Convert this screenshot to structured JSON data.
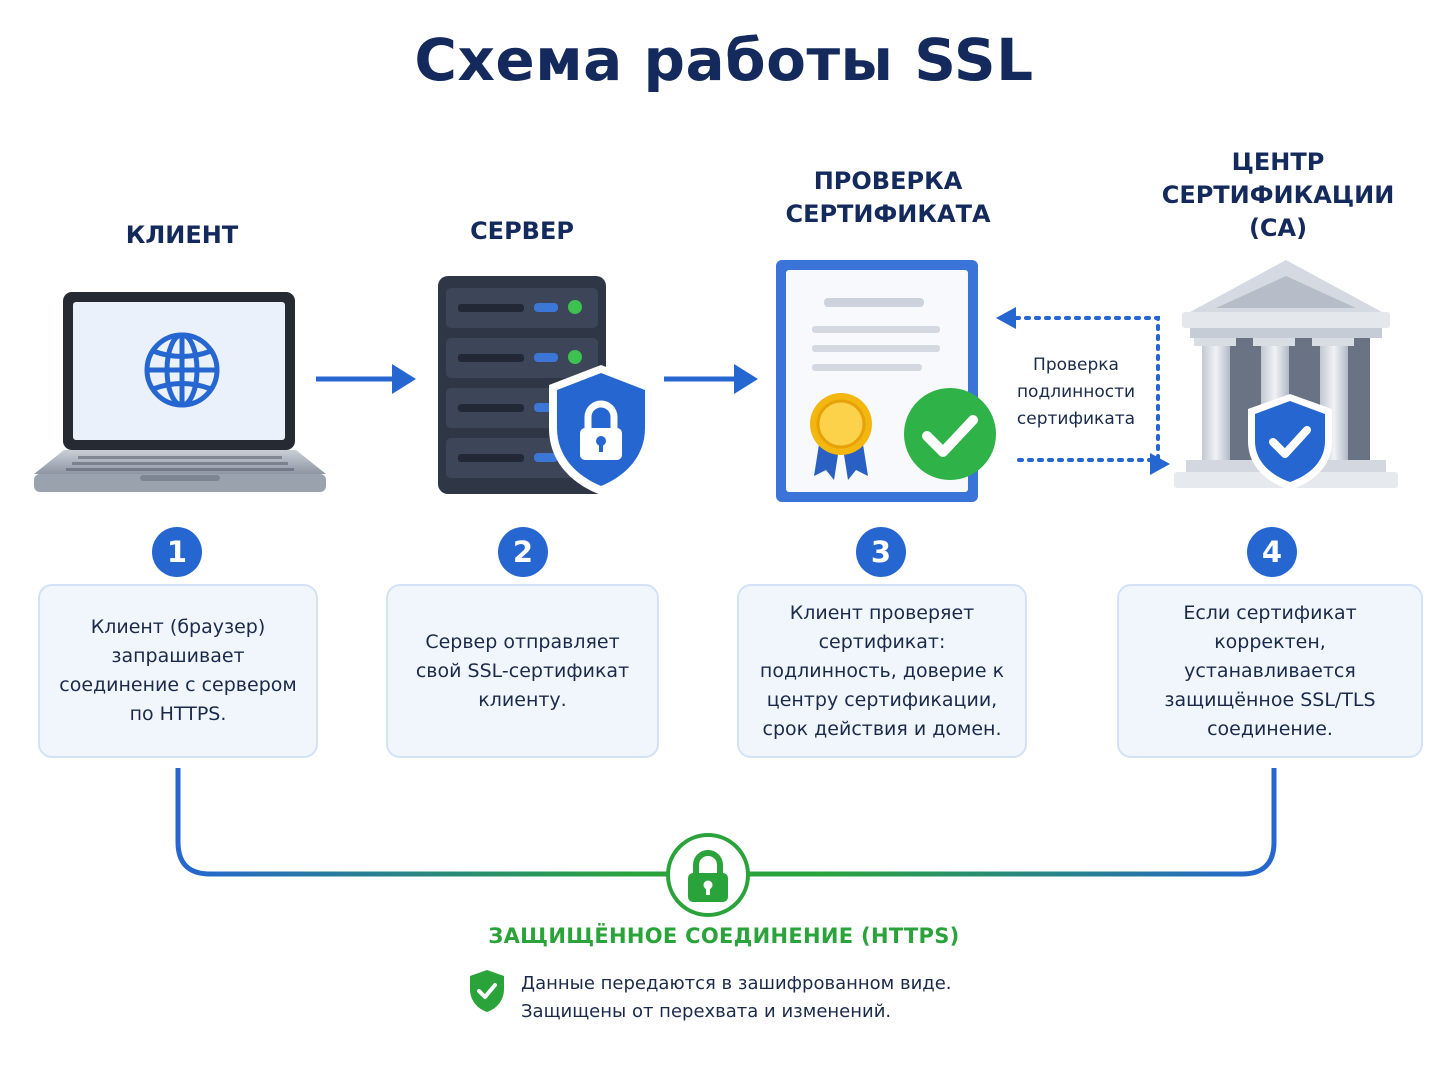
{
  "title": "Схема работы SSL",
  "columns": [
    {
      "heading": "КЛИЕНТ",
      "number": "1",
      "text": "Клиент (браузер) запрашивает соединение с сервером по HTTPS."
    },
    {
      "heading": "СЕРВЕР",
      "number": "2",
      "text": "Сервер отправляет свой SSL-сертификат клиенту."
    },
    {
      "heading": "ПРОВЕРКА\nСЕРТИФИКАТА",
      "number": "3",
      "text": "Клиент проверяет сертификат: подлинность, доверие к центру сертификации, срок действия и домен."
    },
    {
      "heading": "ЦЕНТР\nСЕРТИФИКАЦИИ\n(CA)",
      "number": "4",
      "text": "Если сертификат корректен, устанавливается защищённое SSL/TLS соединение."
    }
  ],
  "verify_label": "Проверка\nподлинности\nсертификата",
  "secure": {
    "title": "ЗАЩИЩЁННОЕ СОЕДИНЕНИЕ (HTTPS)",
    "line1": "Данные передаются в зашифрованном виде.",
    "line2": "Защищены от перехвата и изменений."
  },
  "icons": [
    "laptop-icon",
    "globe-icon",
    "server-icon",
    "shield-lock-icon",
    "certificate-icon",
    "seal-icon",
    "checkmark-icon",
    "bank-icon",
    "shield-check-icon",
    "lock-icon"
  ],
  "colors": {
    "primary": "#2566d1",
    "navy": "#142a5c",
    "green": "#2aa43a",
    "card_bg": "#f1f6fd"
  }
}
